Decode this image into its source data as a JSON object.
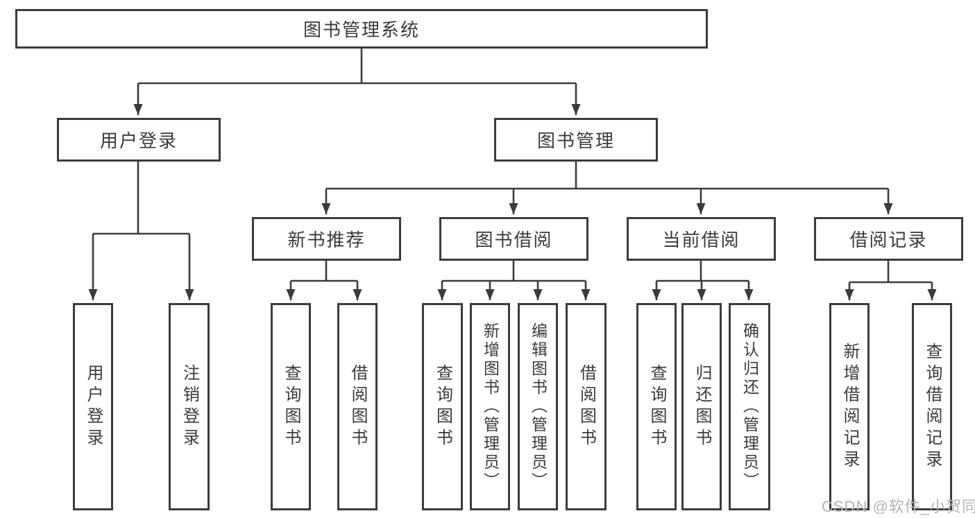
{
  "colors": {
    "line": "#3b3b3b",
    "box_border": "#3b3b3b",
    "text": "#3a3a3a",
    "background": "#ffffff",
    "watermark": "#b2b2b2"
  },
  "watermark": {
    "text": "CSDN @软件_小贺同学"
  },
  "diagram": {
    "root": {
      "label": "图书管理系统"
    },
    "branches": [
      {
        "label": "用户登录",
        "leaves": [
          {
            "label": "用户登录"
          },
          {
            "label": "注销登录"
          }
        ]
      },
      {
        "label": "图书管理",
        "sections": [
          {
            "label": "新书推荐",
            "leaves": [
              {
                "label": "查询图书"
              },
              {
                "label": "借阅图书"
              }
            ]
          },
          {
            "label": "图书借阅",
            "leaves": [
              {
                "label": "查询图书"
              },
              {
                "label": "新增图书（管理员）"
              },
              {
                "label": "编辑图书（管理员）"
              },
              {
                "label": "借阅图书"
              }
            ]
          },
          {
            "label": "当前借阅",
            "leaves": [
              {
                "label": "查询图书"
              },
              {
                "label": "归还图书"
              },
              {
                "label": "确认归还（管理员）"
              }
            ]
          },
          {
            "label": "借阅记录",
            "leaves": [
              {
                "label": "新增借阅记录"
              },
              {
                "label": "查询借阅记录"
              }
            ]
          }
        ]
      }
    ]
  }
}
